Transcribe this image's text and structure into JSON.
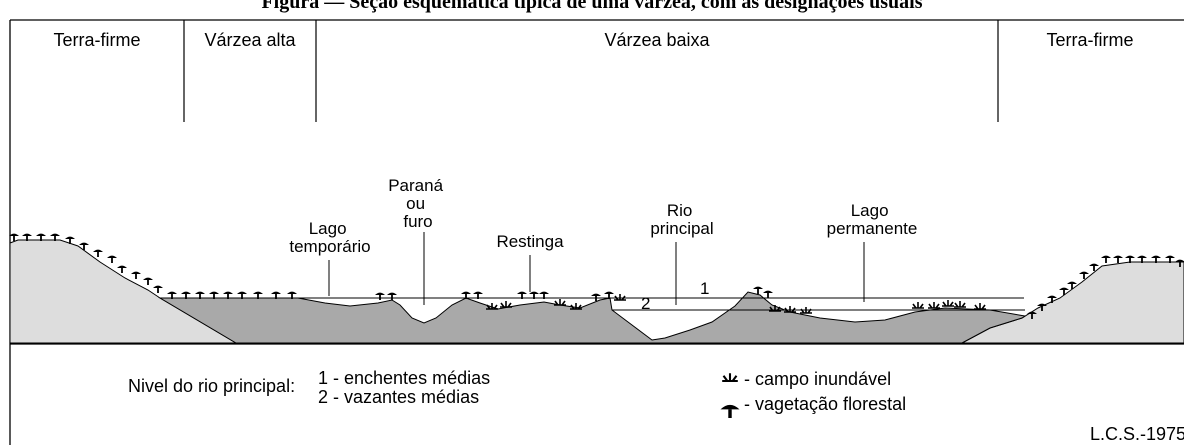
{
  "title": "Figura — Seção esquemática típica de uma várzea, com as designações usuais",
  "zones": [
    "Terra-firme",
    "Várzea alta",
    "Várzea baixa",
    "Terra-firme"
  ],
  "features": {
    "lago_temporario": [
      "Lago",
      "temporário"
    ],
    "parana_ou_furo": [
      "Paraná",
      "ou",
      "furo"
    ],
    "restinga": [
      "Restinga"
    ],
    "rio_principal": [
      "Rio",
      "principal"
    ],
    "lago_permanente": [
      "Lago",
      "permanente"
    ]
  },
  "water_levels": [
    "1",
    "2"
  ],
  "legend": {
    "river_level_label": "Nivel do rio principal:",
    "level_1": "1 - enchentes médias",
    "level_2": "2 - vazantes médias",
    "campo": "- campo inundável",
    "floresta": "- vagetação florestal"
  },
  "credit": "L.C.S.-1975",
  "colors": {
    "terra_firme_fill": "#dddddd",
    "varzea_fill": "#a9a9a9",
    "line": "#000000"
  },
  "icons": [
    "tree-icon",
    "grass-icon"
  ]
}
